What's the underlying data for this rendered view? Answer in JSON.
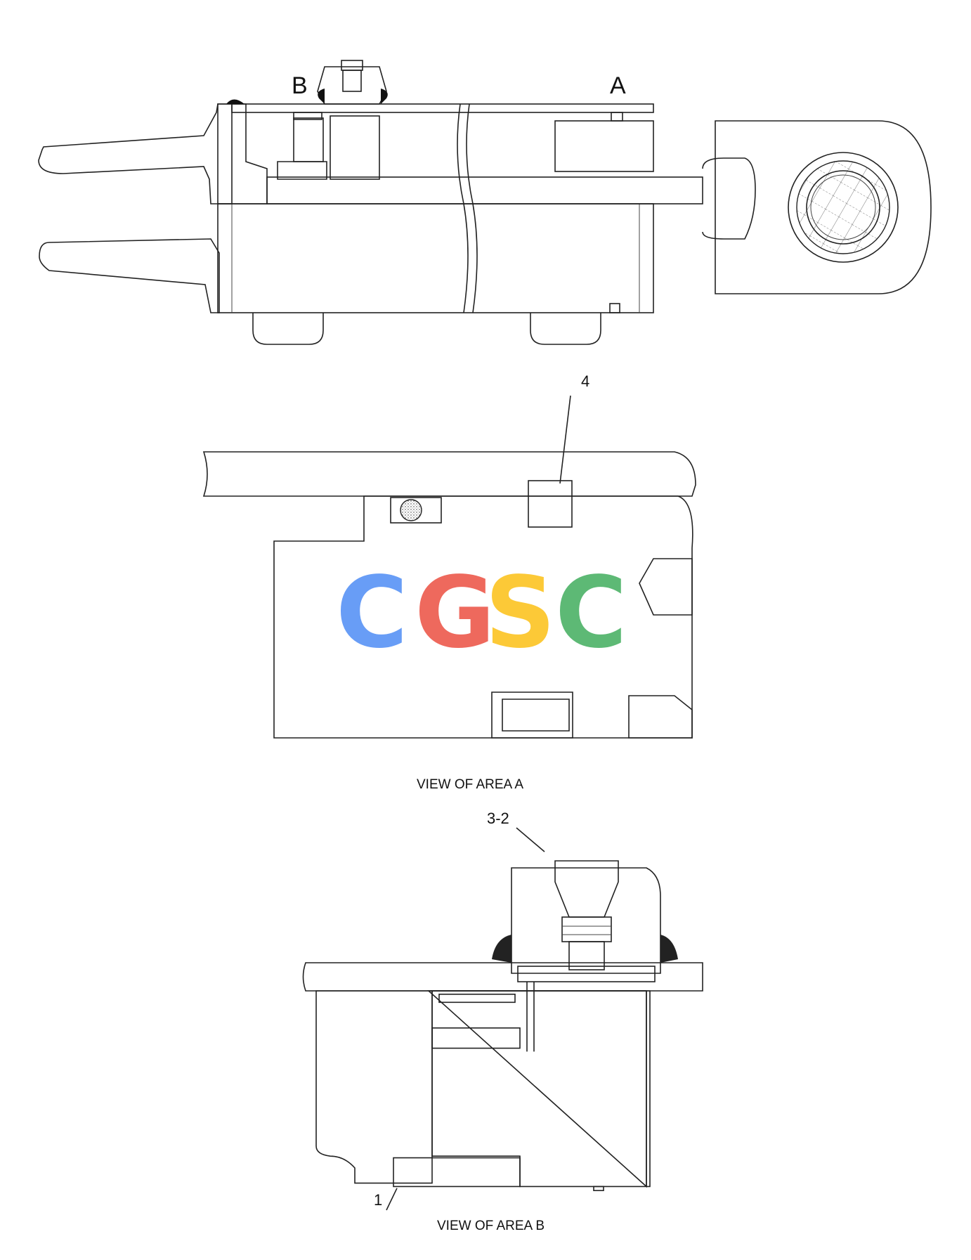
{
  "main_view": {
    "label_b": "B",
    "label_a": "A"
  },
  "view_a": {
    "callout_4": "4",
    "caption": "VIEW OF AREA A"
  },
  "view_b": {
    "callout_3_2": "3-2",
    "callout_1": "1",
    "caption": "VIEW OF AREA B"
  },
  "watermark": {
    "text": "CGSC",
    "colors": [
      "#4285f4",
      "#ea4335",
      "#fbbc05",
      "#34a853"
    ]
  }
}
